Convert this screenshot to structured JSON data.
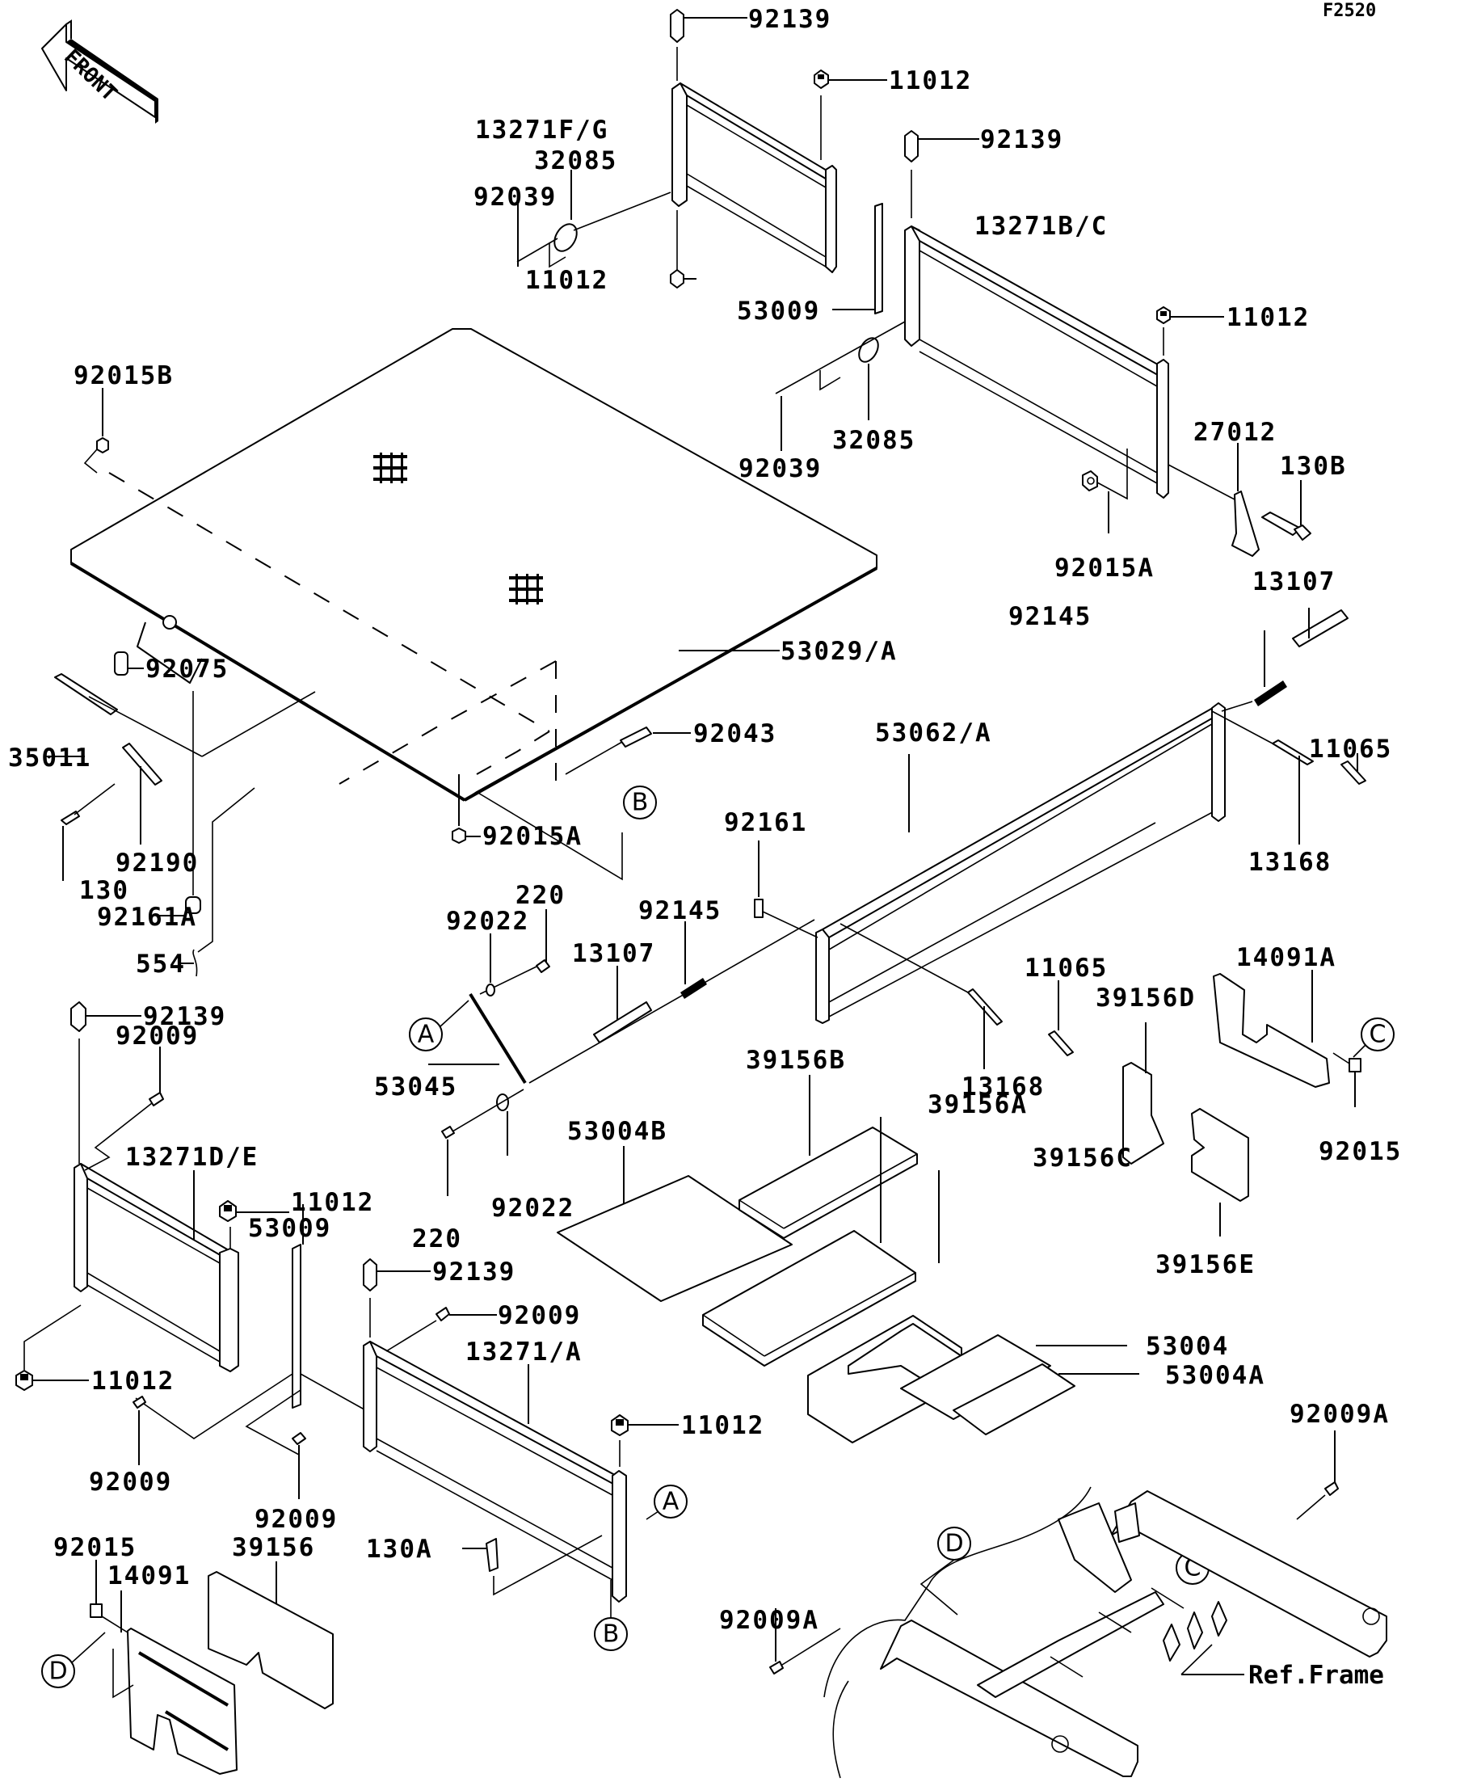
{
  "diagram": {
    "code": "F2520",
    "front_arrow": {
      "label": "FRONT",
      "icon": "front-direction-arrow"
    },
    "reference_label": "Ref.Frame",
    "callout_circles": [
      "A",
      "B",
      "C",
      "D"
    ],
    "callouts": [
      {
        "id": "c1",
        "label": "92139"
      },
      {
        "id": "c2",
        "label": "11012"
      },
      {
        "id": "c3",
        "label": "13271F/G"
      },
      {
        "id": "c4",
        "label": "32085"
      },
      {
        "id": "c5",
        "label": "92039"
      },
      {
        "id": "c6",
        "label": "11012"
      },
      {
        "id": "c7",
        "label": "92139"
      },
      {
        "id": "c8",
        "label": "13271B/C"
      },
      {
        "id": "c9",
        "label": "53009"
      },
      {
        "id": "c10",
        "label": "11012"
      },
      {
        "id": "c11",
        "label": "92015B"
      },
      {
        "id": "c12",
        "label": "92039"
      },
      {
        "id": "c13",
        "label": "32085"
      },
      {
        "id": "c14",
        "label": "27012"
      },
      {
        "id": "c15",
        "label": "130B"
      },
      {
        "id": "c16",
        "label": "92015A"
      },
      {
        "id": "c17",
        "label": "13107"
      },
      {
        "id": "c18",
        "label": "92145"
      },
      {
        "id": "c19",
        "label": "53029/A"
      },
      {
        "id": "c20",
        "label": "92075"
      },
      {
        "id": "c21",
        "label": "35011"
      },
      {
        "id": "c22",
        "label": "92043"
      },
      {
        "id": "c23",
        "label": "53062/A"
      },
      {
        "id": "c24",
        "label": "11065"
      },
      {
        "id": "c25",
        "label": "92161"
      },
      {
        "id": "c26",
        "label": "13168"
      },
      {
        "id": "c27",
        "label": "130"
      },
      {
        "id": "c28",
        "label": "92190"
      },
      {
        "id": "c29",
        "label": "92015A"
      },
      {
        "id": "c30",
        "label": "220"
      },
      {
        "id": "c31",
        "label": "92161A"
      },
      {
        "id": "c32",
        "label": "92022"
      },
      {
        "id": "c33",
        "label": "92145"
      },
      {
        "id": "c34",
        "label": "13107"
      },
      {
        "id": "c35",
        "label": "554"
      },
      {
        "id": "c36",
        "label": "11065"
      },
      {
        "id": "c37",
        "label": "14091A"
      },
      {
        "id": "c38",
        "label": "39156D"
      },
      {
        "id": "c39",
        "label": "92139"
      },
      {
        "id": "c40",
        "label": "92009"
      },
      {
        "id": "c41",
        "label": "53045"
      },
      {
        "id": "c42",
        "label": "13168"
      },
      {
        "id": "c43",
        "label": "39156B"
      },
      {
        "id": "c44",
        "label": "92015"
      },
      {
        "id": "c45",
        "label": "53004B"
      },
      {
        "id": "c46",
        "label": "39156A"
      },
      {
        "id": "c47",
        "label": "13271D/E"
      },
      {
        "id": "c48",
        "label": "11012"
      },
      {
        "id": "c49",
        "label": "53009"
      },
      {
        "id": "c50",
        "label": "92022"
      },
      {
        "id": "c51",
        "label": "39156C"
      },
      {
        "id": "c52",
        "label": "39156E"
      },
      {
        "id": "c53",
        "label": "220"
      },
      {
        "id": "c54",
        "label": "92139"
      },
      {
        "id": "c55",
        "label": "92009"
      },
      {
        "id": "c56",
        "label": "13271/A"
      },
      {
        "id": "c57",
        "label": "11012"
      },
      {
        "id": "c58",
        "label": "53004"
      },
      {
        "id": "c59",
        "label": "53004A"
      },
      {
        "id": "c60",
        "label": "11012"
      },
      {
        "id": "c61",
        "label": "92009"
      },
      {
        "id": "c62",
        "label": "92009A"
      },
      {
        "id": "c63",
        "label": "92009"
      },
      {
        "id": "c64",
        "label": "39156"
      },
      {
        "id": "c65",
        "label": "92015"
      },
      {
        "id": "c66",
        "label": "14091"
      },
      {
        "id": "c67",
        "label": "130A"
      },
      {
        "id": "c68",
        "label": "92009A"
      }
    ]
  }
}
